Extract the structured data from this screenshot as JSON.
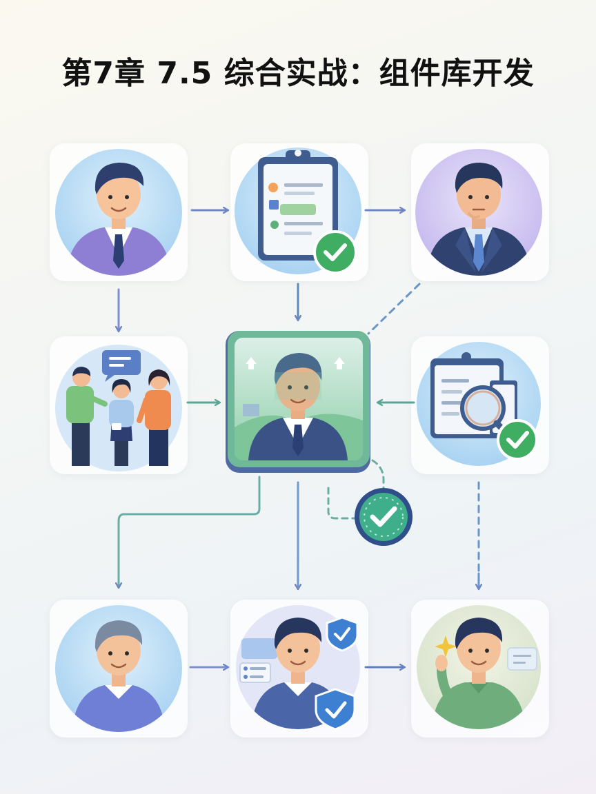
{
  "title": "第7章 7.5 综合实战：组件库开发",
  "colors": {
    "arrow_blue": "#6f86c4",
    "arrow_teal": "#6aaea3",
    "dashed_blue": "#6a95c9",
    "hub_border": "#5a9f86",
    "check_green": "#3fae62",
    "shield_blue": "#3d7fd0"
  },
  "nodes": [
    {
      "id": "manager-top-left",
      "icon": "man-purple-suit-icon"
    },
    {
      "id": "clipboard",
      "icon": "clipboard-check-icon"
    },
    {
      "id": "manager-top-right",
      "icon": "man-navy-suit-icon"
    },
    {
      "id": "team",
      "icon": "team-discussion-icon"
    },
    {
      "id": "hub",
      "icon": "central-profile-icon"
    },
    {
      "id": "document-search",
      "icon": "document-magnifier-icon"
    },
    {
      "id": "person-bottom-left",
      "icon": "man-sweater-icon"
    },
    {
      "id": "person-bottom-middle",
      "icon": "man-shield-icon"
    },
    {
      "id": "person-bottom-right",
      "icon": "man-waving-icon"
    },
    {
      "id": "check-badge",
      "icon": "clock-check-icon"
    }
  ]
}
